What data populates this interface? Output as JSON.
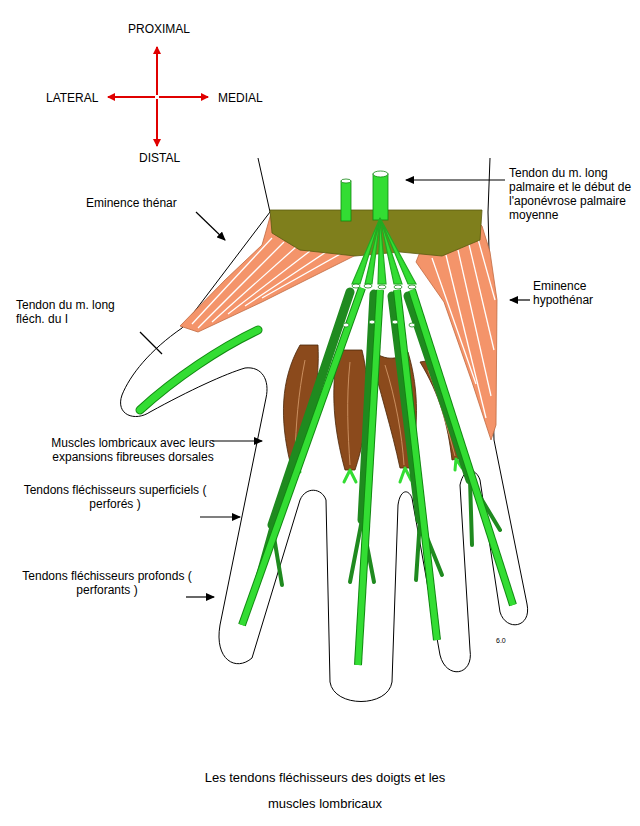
{
  "diagram": {
    "caption": "Les tendons fléchisseurs des doigts et les muscles lombricaux",
    "labels": [
      "PROXIMAL",
      "LATERAL",
      "MEDIAL",
      "DISTAL",
      "Tendon du m. long palmaire et le début de l'aponévrose palmaire moyenne",
      "Eminence thénar",
      "Eminence hypothénar",
      "Tendon du m. long fléch. du I",
      "Muscles lombricaux avec leurs expansions fibreuses dorsales",
      "Tendons fléchisseurs superficiels ( perforés )",
      "Tendons fléchisseurs profonds ( perforants )",
      "6.0"
    ]
  }
}
